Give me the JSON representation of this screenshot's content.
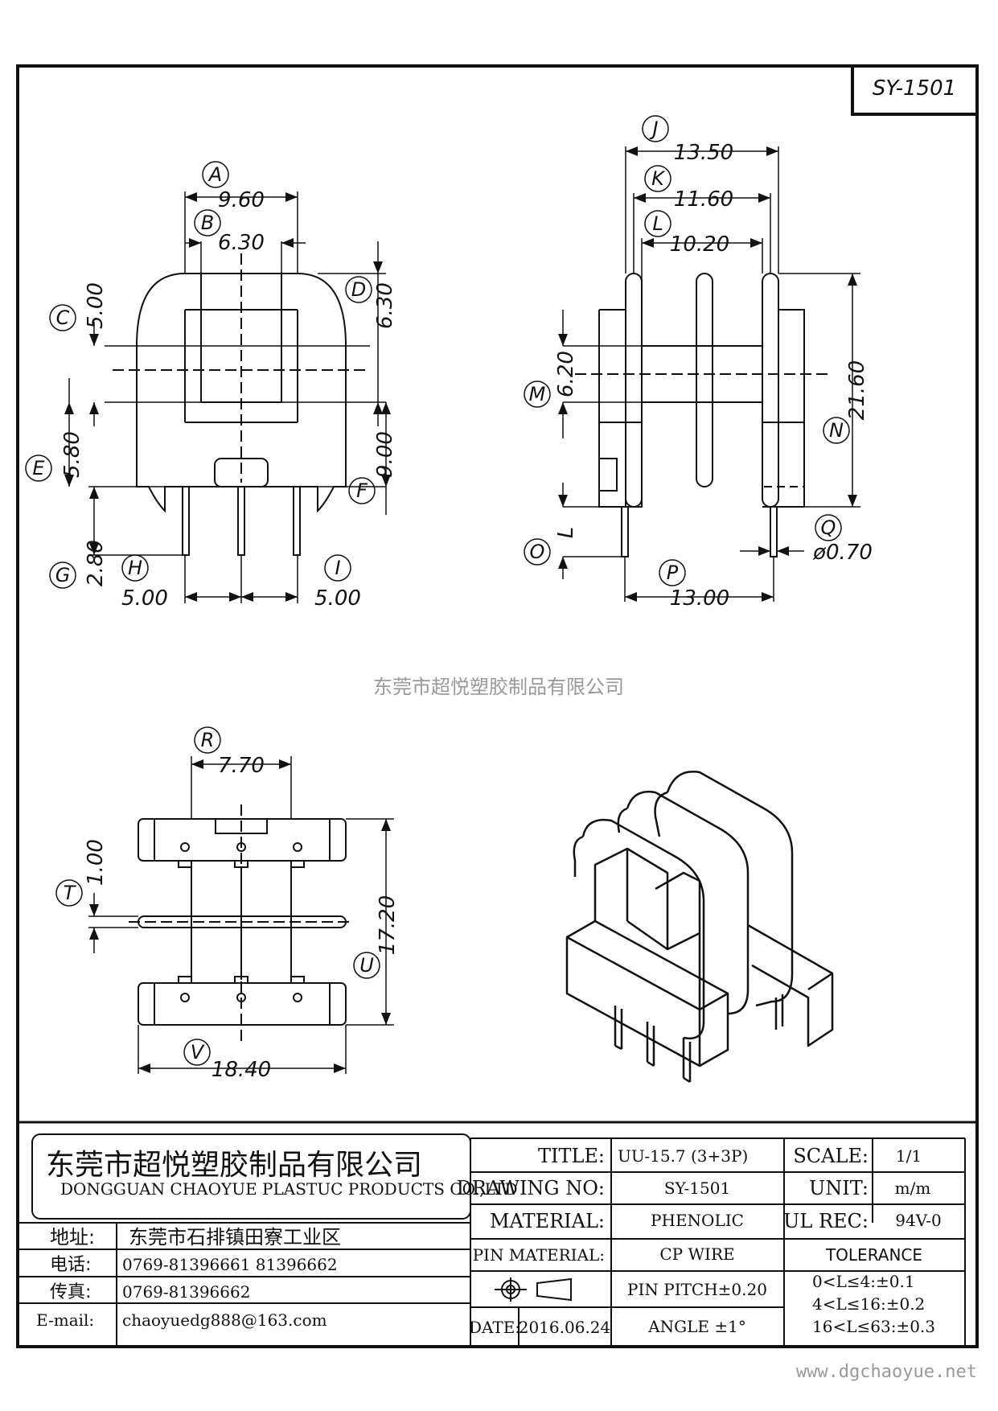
{
  "part_number": "SY-1501",
  "watermark": "东莞市超悦塑胶制品有限公司",
  "website": "www.dgchaoyue.net",
  "dimensions": {
    "A": "9.60",
    "B": "6.30",
    "C": "5.00",
    "D": "6.30",
    "E": "5.80",
    "F": "9.00",
    "G": "2.80",
    "H": "5.00",
    "I": "5.00",
    "J": "13.50",
    "K": "11.60",
    "L": "10.20",
    "M": "6.20",
    "N": "21.60",
    "O": "L",
    "P": "13.00",
    "Q": "ø0.70",
    "R": "7.70",
    "T": "1.00",
    "U": "17.20",
    "V": "18.40"
  },
  "title_block": {
    "company_cn": "东莞市超悦塑胶制品有限公司",
    "company_en": "DONGGUAN CHAOYUE PLASTUC PRODUCTS CO.,LTD",
    "address_label": "地址:",
    "address": "东莞市石排镇田寮工业区",
    "phone_label": "电话:",
    "phone": "0769-81396661  81396662",
    "fax_label": "传真:",
    "fax": "0769-81396662",
    "email_label": "E-mail:",
    "email": "chaoyuedg888@163.com",
    "title_label": "TITLE:",
    "title": "UU-15.7 (3+3P)",
    "drawing_no_label": "DRAWING NO:",
    "drawing_no": "SY-1501",
    "material_label": "MATERIAL:",
    "material": "PHENOLIC",
    "pin_material_label": "PIN MATERIAL:",
    "pin_material": "CP WIRE",
    "pin_pitch": "PIN PITCH±0.20",
    "angle": "ANGLE  ±1°",
    "date_label": "DATE:",
    "date": "2016.06.24",
    "scale_label": "SCALE:",
    "scale": "1/1",
    "unit_label": "UNIT:",
    "unit": "m/m",
    "ul_label": "UL REC:",
    "ul": "94V-0",
    "tolerance_label": "TOLERANCE",
    "tol1": "0<L≤4:±0.1",
    "tol2": "4<L≤16:±0.2",
    "tol3": "16<L≤63:±0.3"
  }
}
